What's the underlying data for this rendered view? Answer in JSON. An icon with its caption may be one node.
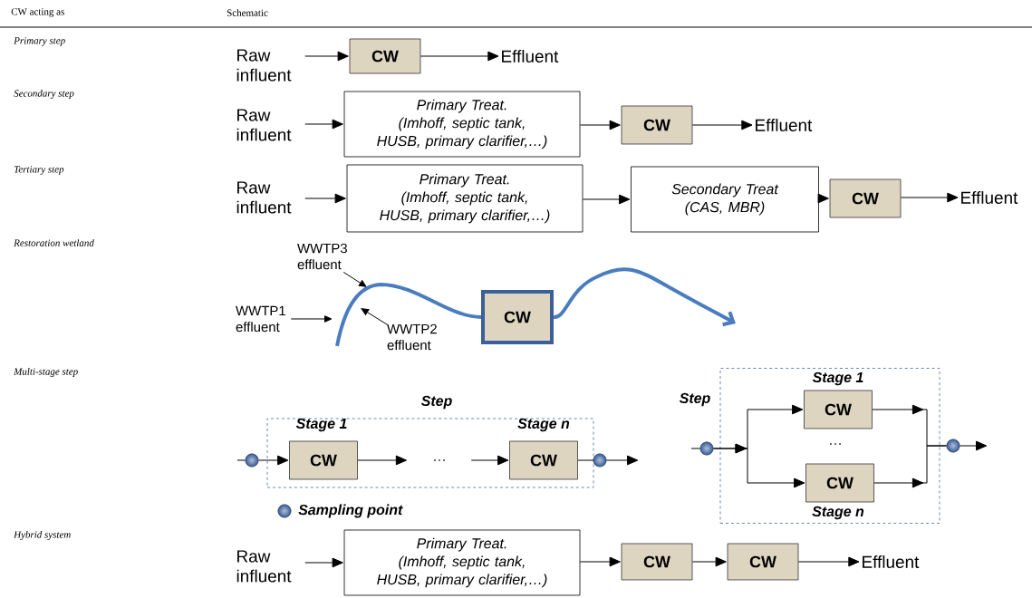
{
  "diagram": {
    "nodes": [
      {
        "text": [
          "Raw influent"
        ]
      },
      {
        "text": [
          "CW"
        ]
      },
      {
        "text": [
          "Effluent"
        ]
      },
      {
        "text": [
          "Raw influent"
        ]
      },
      {
        "text": [
          "Primary Treat.",
          "(Imhoff, septic tank, HUSB, primary clarifier,…)"
        ]
      },
      {
        "text": [
          "CW"
        ]
      },
      {
        "text": [
          "Effluent"
        ]
      },
      {
        "text": [
          "Raw influent"
        ]
      },
      {
        "text": [
          "Primary Treat.",
          "(Imhoff, septic tank, HUSB, primary clarifier,…)"
        ]
      },
      {
        "text": [
          "Secondary Treat",
          "(CAS, MBR)"
        ]
      },
      {
        "text": [
          "CW"
        ]
      },
      {
        "text": [
          "Effluent"
        ]
      },
      {
        "text": [
          "WWTP3 effluent"
        ]
      },
      {
        "text": [
          "WWTP1 effluent"
        ]
      },
      {
        "text": [
          "WWTP2 effluent"
        ]
      },
      {
        "text": [
          "CW"
        ]
      },
      {
        "text": [
          "Step"
        ]
      },
      {
        "text": [],
        "shape": "circle"
      },
      {
        "text": [
          "Stage 1",
          "CW"
        ],
        "in": 16
      },
      {
        "text": [
          "…"
        ],
        "in": 16
      },
      {
        "text": [
          "Stage n",
          "CW"
        ],
        "in": 16
      },
      {
        "text": [],
        "shape": "circle"
      },
      {
        "text": [
          "Step"
        ]
      },
      {
        "text": [],
        "shape": "circle"
      },
      {
        "text": [
          "Stage 1",
          "CW"
        ],
        "in": 22
      },
      {
        "text": [
          "CW",
          "Stage n"
        ],
        "in": 22
      },
      {
        "text": [],
        "shape": "circle"
      },
      {
        "text": [
          "Raw influent"
        ]
      },
      {
        "text": [
          "Primary Treat.",
          "(Imhoff, septic tank, HUSB, primary clarifier,…)"
        ]
      },
      {
        "text": [
          "CW"
        ]
      },
      {
        "text": [
          "CW"
        ]
      },
      {
        "text": [
          "Effluent"
        ]
      }
    ],
    "edges": [
      {
        "from": 0,
        "to": 1,
        "arrow": "to"
      },
      {
        "from": 1,
        "to": 2,
        "arrow": "to"
      },
      {
        "from": 3,
        "to": 4,
        "arrow": "to"
      },
      {
        "from": 4,
        "to": 5,
        "arrow": "to"
      },
      {
        "from": 5,
        "to": 6,
        "arrow": "to"
      },
      {
        "from": 7,
        "to": 8,
        "arrow": "to"
      },
      {
        "from": 8,
        "to": 9,
        "arrow": "to"
      },
      {
        "from": 9,
        "to": 10,
        "arrow": "to"
      },
      {
        "from": 10,
        "to": 11,
        "arrow": "to"
      },
      {
        "from": 12,
        "to": null,
        "arrow": "to"
      },
      {
        "from": 13,
        "to": null,
        "arrow": "to"
      },
      {
        "from": 14,
        "to": null,
        "arrow": "to"
      },
      {
        "from": null,
        "to": 15,
        "arrow": "none",
        "style": "thick",
        "color": "#4a7cc0"
      },
      {
        "from": 15,
        "to": null,
        "arrow": "to",
        "style": "thick",
        "color": "#4a7cc0"
      },
      {
        "from": null,
        "to": 17,
        "arrow": "none"
      },
      {
        "from": 17,
        "to": 18,
        "arrow": "to"
      },
      {
        "from": 18,
        "to": 19,
        "arrow": "to"
      },
      {
        "from": 19,
        "to": 20,
        "arrow": "to"
      },
      {
        "from": 20,
        "to": 21,
        "arrow": "none"
      },
      {
        "from": 21,
        "to": null,
        "arrow": "to"
      },
      {
        "from": null,
        "to": 23,
        "arrow": "none"
      },
      {
        "from": 23,
        "to": 24,
        "arrow": "to"
      },
      {
        "from": 23,
        "to": 25,
        "arrow": "to"
      },
      {
        "from": 24,
        "to": 26,
        "arrow": "to"
      },
      {
        "from": 25,
        "to": 26,
        "arrow": "to"
      },
      {
        "from": 26,
        "to": null,
        "arrow": "to"
      },
      {
        "from": 27,
        "to": 28,
        "arrow": "to"
      },
      {
        "from": 28,
        "to": 29,
        "arrow": "to"
      },
      {
        "from": 29,
        "to": 30,
        "arrow": "to"
      },
      {
        "from": 30,
        "to": 31,
        "arrow": "to"
      }
    ],
    "labels": [
      "CW acting as",
      "Schematic",
      "Primary step",
      "Secondary step",
      "Tertiary step",
      "Restoration wetland",
      "Multi-stage step",
      "Hybrid system",
      "…"
    ],
    "legend": [
      {
        "text": "Sampling point"
      }
    ]
  }
}
